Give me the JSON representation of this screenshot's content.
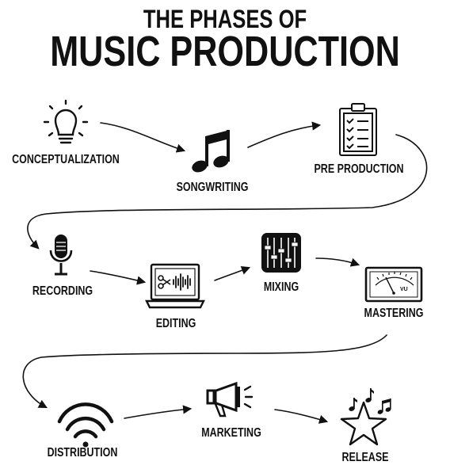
{
  "title_line1": "THE PHASES OF",
  "title_line2": "MUSIC PRODUCTION",
  "phases": [
    {
      "label": "CONCEPTUALIZATION",
      "icon": "lightbulb-icon"
    },
    {
      "label": "SONGWRITING",
      "icon": "music-note-icon"
    },
    {
      "label": "PRE PRODUCTION",
      "icon": "clipboard-checklist-icon"
    },
    {
      "label": "RECORDING",
      "icon": "microphone-icon"
    },
    {
      "label": "EDITING",
      "icon": "laptop-scissors-waveform-icon"
    },
    {
      "label": "MIXING",
      "icon": "mixer-faders-icon"
    },
    {
      "label": "MASTERING",
      "icon": "vu-meter-icon"
    },
    {
      "label": "DISTRIBUTION",
      "icon": "broadcast-signal-icon"
    },
    {
      "label": "MARKETING",
      "icon": "megaphone-icon"
    },
    {
      "label": "RELEASE",
      "icon": "star-music-notes-icon"
    }
  ],
  "vu_meter_text": "VU",
  "colors": {
    "ink": "#111111",
    "background": "#ffffff"
  }
}
